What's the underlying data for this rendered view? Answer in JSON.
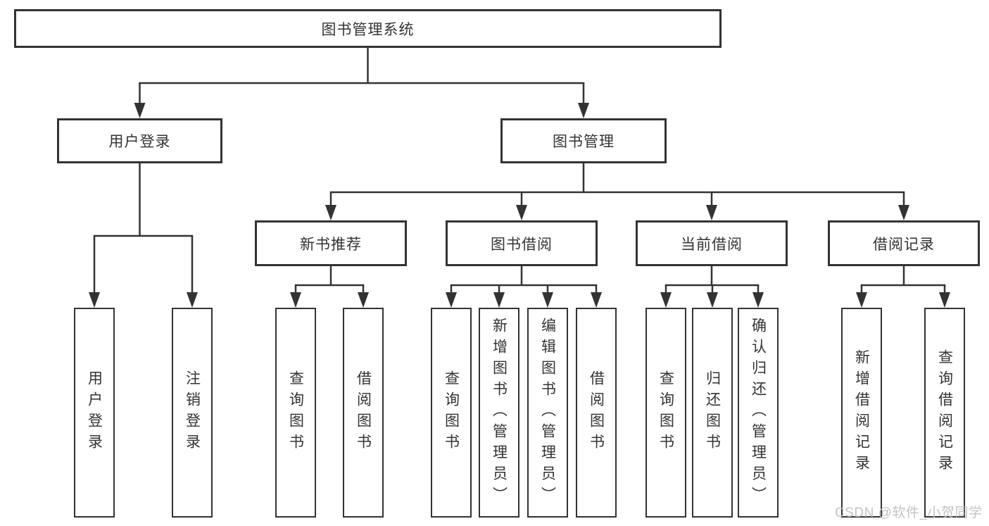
{
  "diagram": {
    "root": "图书管理系统",
    "branches": [
      {
        "label": "用户登录",
        "leaves": [
          "用户登录",
          "注销登录"
        ]
      },
      {
        "label": "图书管理",
        "groups": [
          {
            "label": "新书推荐",
            "leaves": [
              "查询图书",
              "借阅图书"
            ]
          },
          {
            "label": "图书借阅",
            "leaves": [
              "查询图书",
              "新增图书（管理员）",
              "编辑图书（管理员）",
              "借阅图书"
            ]
          },
          {
            "label": "当前借阅",
            "leaves": [
              "查询图书",
              "归还图书",
              "确认归还（管理员）"
            ]
          },
          {
            "label": "借阅记录",
            "leaves": [
              "新增借阅记录",
              "查询借阅记录"
            ]
          }
        ]
      }
    ]
  },
  "watermark": "CSDN @软件_小贺同学",
  "colors": {
    "line": "#333333",
    "box_border": "#333333",
    "box_fill": "#ffffff",
    "text": "#333333",
    "background": "#ffffff",
    "watermark": "#bebebe"
  }
}
